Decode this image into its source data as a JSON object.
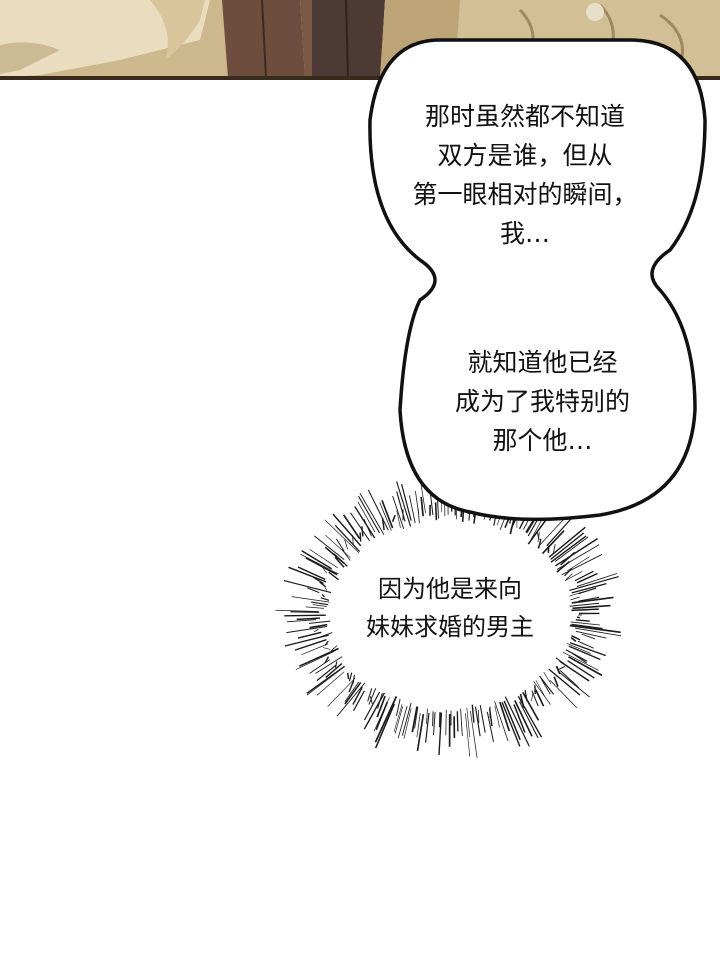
{
  "colors": {
    "panel_background": "#cdb88e",
    "panel_border": "#3a2a1c",
    "bubble_outline": "#111111",
    "bubble_fill": "#ffffff",
    "burst_lines": "#1a1a1a"
  },
  "speech_bubbles": [
    {
      "lines": "那时虽然都不知道\n双方是谁，但从\n第一眼相对的瞬间，\n我…"
    },
    {
      "lines": "就知道他已经\n成为了我特别的\n那个他…"
    }
  ],
  "thought_burst": {
    "lines": "因为他是来向\n妹妹求婚的男主"
  }
}
